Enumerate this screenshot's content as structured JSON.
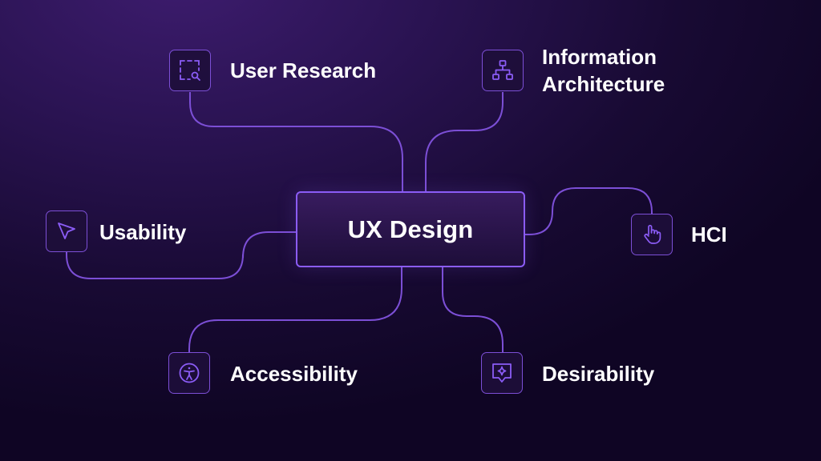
{
  "center": {
    "label": "UX Design"
  },
  "nodes": {
    "user_research": {
      "label": "User Research",
      "icon": "search-frame-icon"
    },
    "information_architecture": {
      "line1": "Information",
      "line2": "Architecture",
      "icon": "sitemap-icon"
    },
    "usability": {
      "label": "Usability",
      "icon": "cursor-arrow-icon"
    },
    "hci": {
      "label": "HCI",
      "icon": "hand-pointer-icon"
    },
    "accessibility": {
      "label": "Accessibility",
      "icon": "accessibility-icon"
    },
    "desirability": {
      "label": "Desirability",
      "icon": "sparkle-message-icon"
    }
  },
  "colors": {
    "accent": "#8b5cf6",
    "line": "#7c4fd6",
    "text": "#ffffff",
    "background": "#1a0b35"
  }
}
